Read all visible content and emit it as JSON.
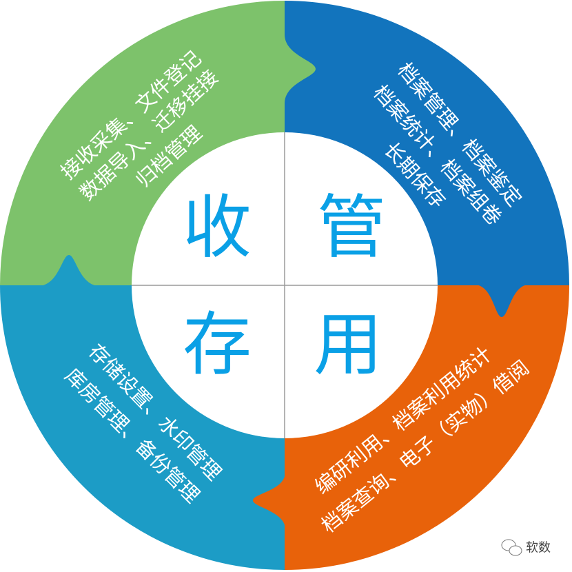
{
  "colors": {
    "collect": "#7dc26b",
    "manage": "#1274bd",
    "use": "#e8620a",
    "store": "#1c9cc6",
    "center_text": "#0aa0e6"
  },
  "quadrants": {
    "collect": {
      "title": "收",
      "lines": [
        "接收采集、文件登记",
        "数据导入、迁移挂接",
        "归档管理"
      ]
    },
    "manage": {
      "title": "管",
      "lines": [
        "档案管理、档案鉴定",
        "档案统计、档案组卷",
        "长期保存"
      ]
    },
    "store": {
      "title": "存",
      "lines": [
        "存储设置、水印管理",
        "库房管理、备份管理"
      ]
    },
    "use": {
      "title": "用",
      "lines": [
        "编研利用、档案利用统计",
        "档案查询、电子（实物）借阅"
      ]
    }
  },
  "watermark": {
    "icon": "wechat-icon",
    "text": "软数"
  }
}
